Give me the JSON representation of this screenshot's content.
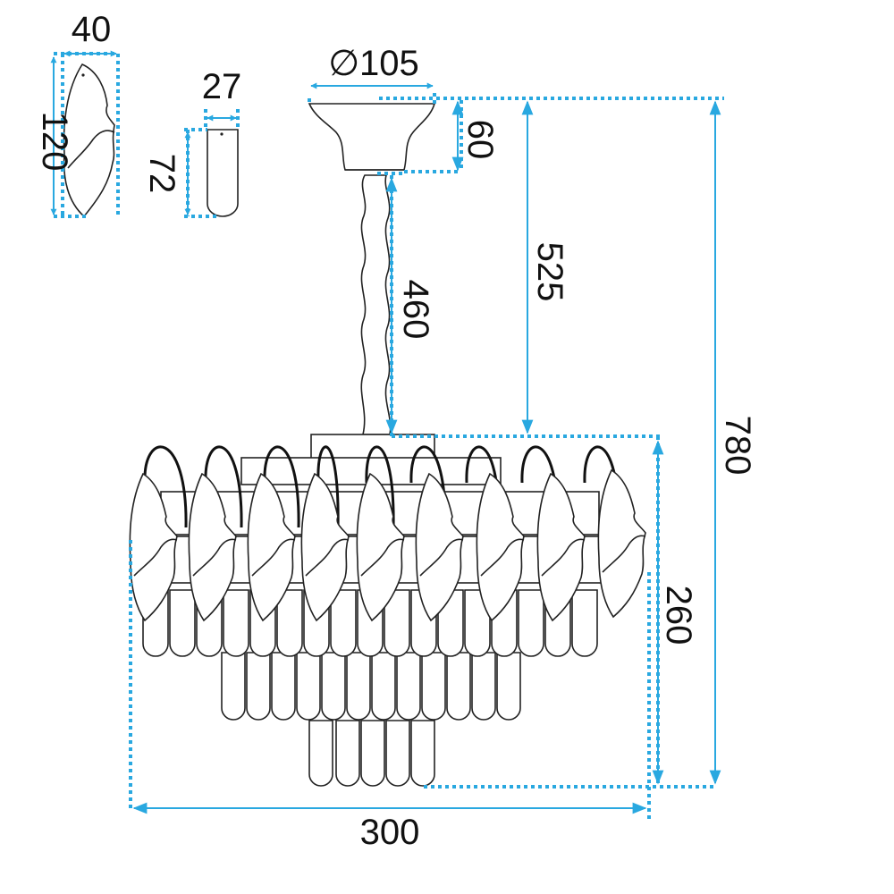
{
  "colors": {
    "dimension": "#29a8e0",
    "line": "#222222",
    "text": "#111111",
    "background": "#ffffff"
  },
  "dimensions": {
    "leaf_width": "40",
    "leaf_height": "120",
    "prism_width": "27",
    "prism_height": "72",
    "canopy_diameter": "∅105",
    "canopy_height": "60",
    "rod_length": "460",
    "canopy_to_body": "525",
    "total_height": "780",
    "body_height": "260",
    "body_width": "300"
  }
}
